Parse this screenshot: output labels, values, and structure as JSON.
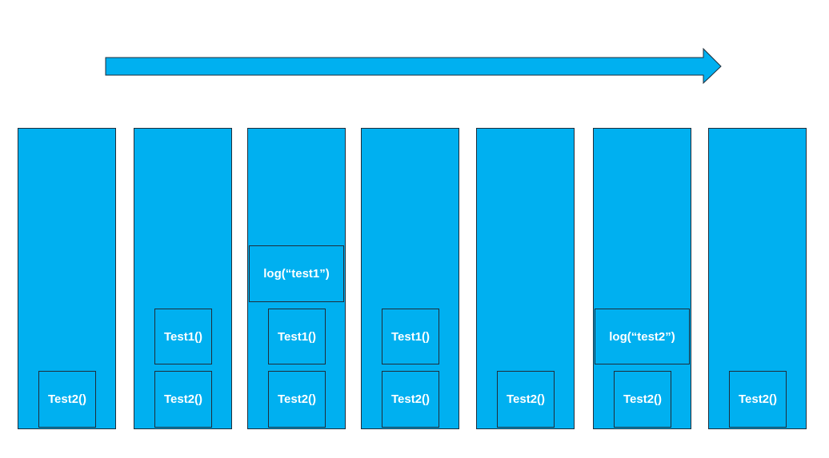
{
  "colors": {
    "fill": "#00b0f0",
    "stroke": "#1f2d3a",
    "text": "#ffffff"
  },
  "columns": [
    {
      "frames": [
        {
          "label": "Test2()"
        }
      ]
    },
    {
      "frames": [
        {
          "label": "Test2()"
        },
        {
          "label": "Test1()"
        }
      ]
    },
    {
      "frames": [
        {
          "label": "Test2()"
        },
        {
          "label": "Test1()"
        },
        {
          "label": "log(“test1”)"
        }
      ]
    },
    {
      "frames": [
        {
          "label": "Test2()"
        },
        {
          "label": "Test1()"
        }
      ]
    },
    {
      "frames": [
        {
          "label": "Test2()"
        }
      ]
    },
    {
      "frames": [
        {
          "label": "Test2()"
        },
        {
          "label": "log(“test2”)"
        }
      ]
    },
    {
      "frames": [
        {
          "label": "Test2()"
        }
      ]
    }
  ]
}
